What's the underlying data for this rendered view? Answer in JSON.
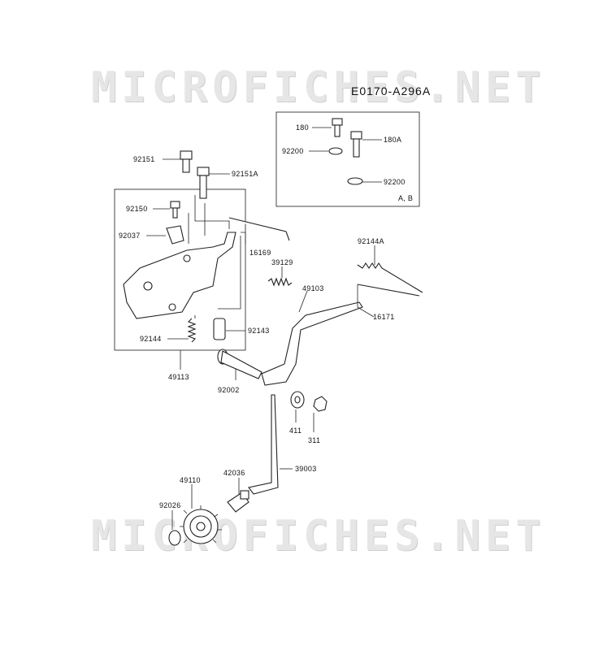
{
  "watermark": {
    "top_text": "MICROFICHES.NET",
    "bottom_text": "MICROFICHES.NET"
  },
  "diagram_code": "E0170-A296A",
  "inset_note": "A, B",
  "parts": {
    "p180": "180",
    "p180A": "180A",
    "p92200a": "92200",
    "p92200b": "92200",
    "p92151": "92151",
    "p92151A": "92151A",
    "p92150": "92150",
    "p92037": "92037",
    "p16169": "16169",
    "p39129": "39129",
    "p92144A": "92144A",
    "p49103": "49103",
    "p16171": "16171",
    "p92143": "92143",
    "p92144": "92144",
    "p49113": "49113",
    "p92002": "92002",
    "p411": "411",
    "p311": "311",
    "p39003": "39003",
    "p42036": "42036",
    "p49110": "49110",
    "p92026": "92026"
  }
}
